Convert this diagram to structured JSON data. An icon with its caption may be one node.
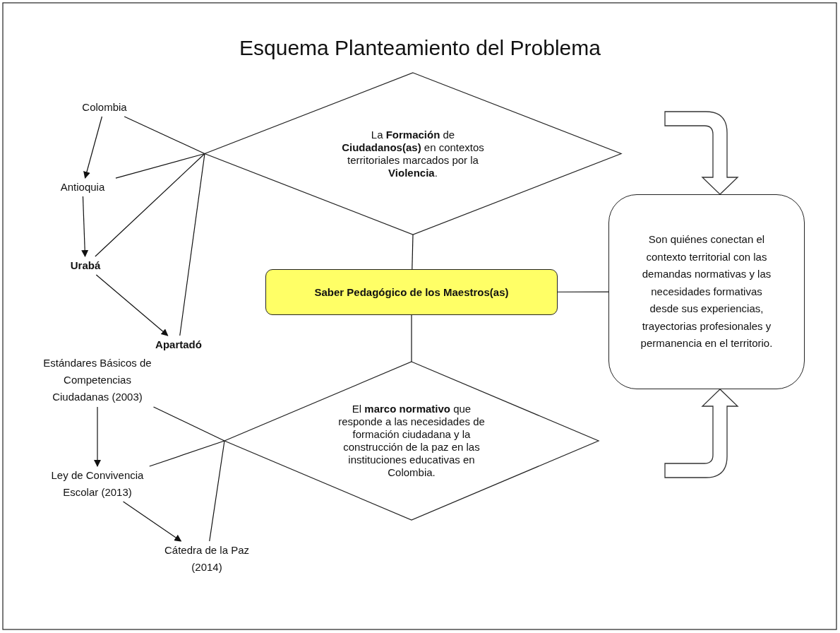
{
  "diagram": {
    "title": "Esquema Planteamiento del Problema",
    "nodes": [
      {
        "text": [
          "La **Formación** de **Ciudadanos(as)** en contextos territoriales marcados por la **Violencia**."
        ]
      },
      {
        "text": [
          "Saber Pedagógico de los Maestros(as)"
        ]
      },
      {
        "text": [
          "El **marco normativo** que responde a las necesidades de formación ciudadana y la construcción de la paz en las instituciones educativas en Colombia."
        ]
      },
      {
        "text": [
          "Son quiénes conectan el contexto territorial con las demandas normativas y las necesidades formativas desde sus experiencias, trayectorias profesionales y permanencia en el territorio."
        ]
      },
      {
        "text": [
          "Colombia"
        ]
      },
      {
        "text": [
          "Antioquia"
        ]
      },
      {
        "text": [
          "Urabá"
        ]
      },
      {
        "text": [
          "Apartadó"
        ]
      },
      {
        "text": [
          "Estándares Básicos de Competencias Ciudadanas (2003)"
        ]
      },
      {
        "text": [
          "Ley de Convivencia Escolar (2013)"
        ]
      },
      {
        "text": [
          "Cátedra de la Paz (2014)"
        ]
      }
    ],
    "edges": [
      {
        "from": 0,
        "to": 1,
        "arrow": "none"
      },
      {
        "from": 1,
        "to": 2,
        "arrow": "none"
      },
      {
        "from": 1,
        "to": 3,
        "arrow": "none"
      },
      {
        "from": 4,
        "to": 5,
        "arrow": "to"
      },
      {
        "from": 5,
        "to": 6,
        "arrow": "to"
      },
      {
        "from": 6,
        "to": 7,
        "arrow": "to"
      },
      {
        "from": 4,
        "to": 0,
        "arrow": "none"
      },
      {
        "from": 5,
        "to": 0,
        "arrow": "none"
      },
      {
        "from": 6,
        "to": 0,
        "arrow": "none"
      },
      {
        "from": 7,
        "to": 0,
        "arrow": "none"
      },
      {
        "from": 8,
        "to": 9,
        "arrow": "to"
      },
      {
        "from": 9,
        "to": 10,
        "arrow": "to"
      },
      {
        "from": 8,
        "to": 2,
        "arrow": "none"
      },
      {
        "from": 9,
        "to": 2,
        "arrow": "none"
      },
      {
        "from": 10,
        "to": 2,
        "arrow": "none"
      },
      {
        "from": null,
        "to": 3,
        "arrow": "to",
        "style": "thick"
      },
      {
        "from": null,
        "to": 3,
        "arrow": "to",
        "style": "thick"
      }
    ]
  }
}
